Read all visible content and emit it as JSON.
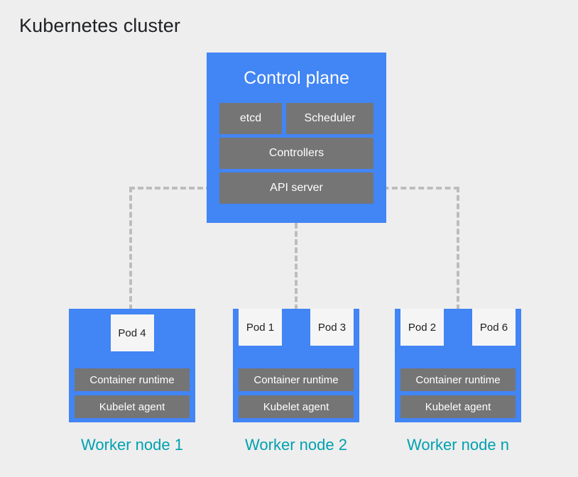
{
  "title": "Kubernetes cluster",
  "colors": {
    "background": "#eeeeee",
    "node_blue": "#4285f4",
    "component_gray": "#757575",
    "pod_white": "#f5f5f5",
    "caption_teal": "#00a1b0",
    "connector_gray": "#bdbdbd",
    "title_text": "#202124"
  },
  "control_plane": {
    "title": "Control plane",
    "components": [
      {
        "label": "etcd"
      },
      {
        "label": "Scheduler"
      },
      {
        "label": "Controllers"
      },
      {
        "label": "API server"
      }
    ]
  },
  "worker_nodes": [
    {
      "caption": "Worker node 1",
      "pods": [
        {
          "label": "Pod 4"
        }
      ],
      "runtime": "Container runtime",
      "kubelet": "Kubelet agent"
    },
    {
      "caption": "Worker node 2",
      "pods": [
        {
          "label": "Pod 1"
        },
        {
          "label": "Pod 3"
        }
      ],
      "runtime": "Container runtime",
      "kubelet": "Kubelet agent"
    },
    {
      "caption": "Worker node n",
      "pods": [
        {
          "label": "Pod 2"
        },
        {
          "label": "Pod 6"
        }
      ],
      "runtime": "Container runtime",
      "kubelet": "Kubelet agent"
    }
  ]
}
